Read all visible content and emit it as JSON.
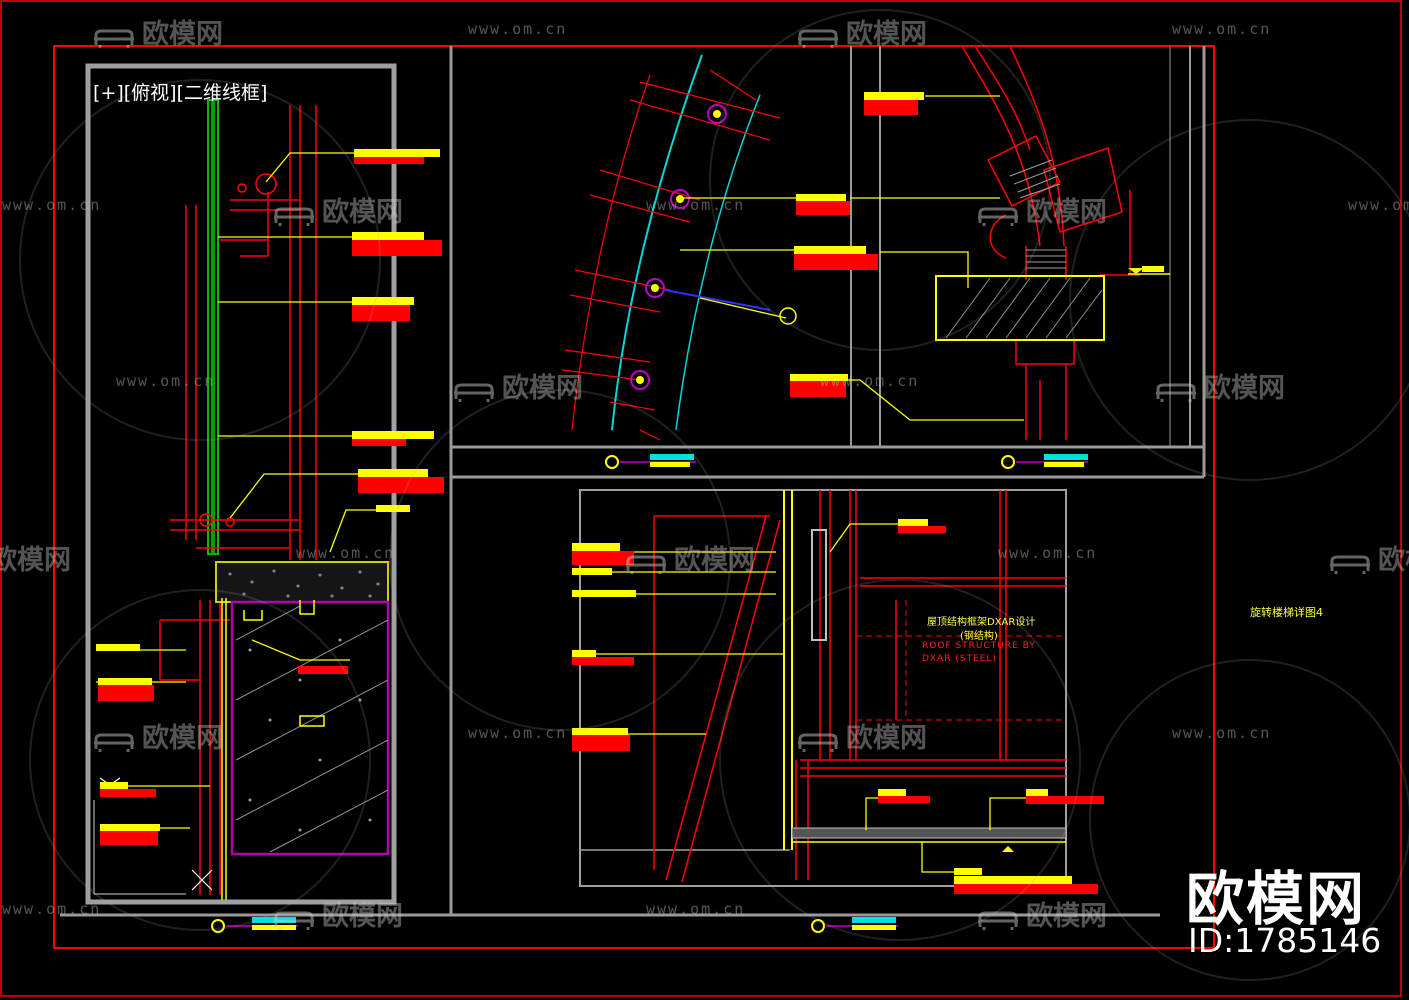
{
  "viewport": {
    "label": "[+][俯视][二维线框]"
  },
  "watermark": {
    "text_cn": "欧模网",
    "url": "www.om.cn"
  },
  "brand": {
    "name": "欧模网",
    "id": "ID:1785146"
  },
  "notes": {
    "side_title": "旋转楼梯详图4",
    "roof_cn_1": "屋顶结构框架DXAR设计",
    "roof_cn_2": "(钢结构)",
    "roof_en_1": "ROOF STRUCTURE BY",
    "roof_en_2": "DXAR (STEEL)"
  },
  "colors": {
    "background": "#000000",
    "frame_red": "#ff0000",
    "annotation_yellow": "#ffff00",
    "annotation_red": "#ff0000",
    "outline_grey": "#c0c0c0",
    "glass_green": "#00c000",
    "curve_cyan": "#00e0e0",
    "magenta": "#c000c0"
  }
}
